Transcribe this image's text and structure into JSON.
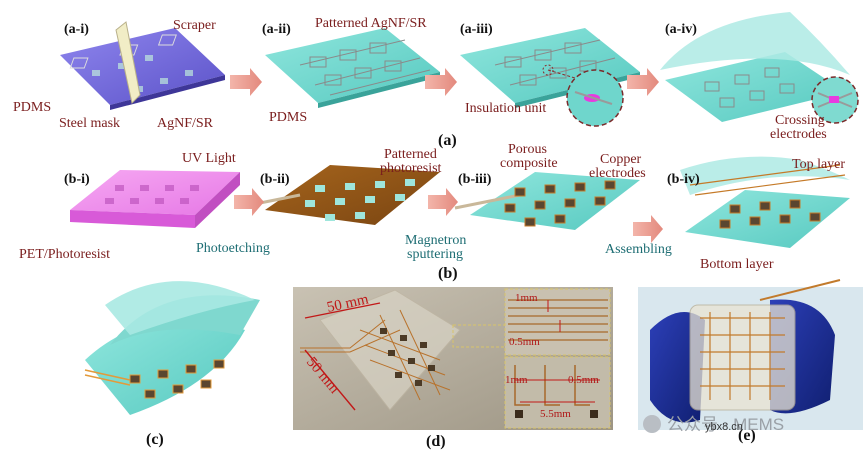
{
  "row_a": {
    "steps": [
      "(a-i)",
      "(a-ii)",
      "(a-iii)",
      "(a-iv)"
    ],
    "labels": {
      "scraper": "Scraper",
      "pdms_left": "PDMS",
      "steel_mask": "Steel mask",
      "agnf_sr": "AgNF/SR",
      "patterned_agnf": "Patterned AgNF/SR",
      "pdms_mid": "PDMS",
      "insulation": "Insulation unit",
      "crossing": "Crossing\nelectrodes",
      "crossing_l1": "Crossing",
      "crossing_l2": "electrodes"
    },
    "panel": "(a)"
  },
  "row_b": {
    "steps": [
      "(b-i)",
      "(b-ii)",
      "(b-iii)",
      "(b-iv)"
    ],
    "labels": {
      "uv": "UV Light",
      "pet": "PET/Photoresist",
      "patterned_l1": "Patterned",
      "patterned_l2": "photoresist",
      "porous_l1": "Porous",
      "porous_l2": "composite",
      "copper_l1": "Copper",
      "copper_l2": "electrodes",
      "top_layer": "Top layer",
      "bottom_layer": "Bottom layer",
      "photoetching": "Photoetching",
      "magnetron_l1": "Magnetron",
      "magnetron_l2": "sputtering",
      "assembling": "Assembling"
    },
    "panel": "(b)"
  },
  "row_c": {
    "panel_c": "(c)",
    "panel_d": "(d)",
    "panel_e": "(e)",
    "dims": {
      "w50a": "50 mm",
      "w50b": "50 mm",
      "d1mm_a": "1mm",
      "d05_a": "0.5mm",
      "d1mm_b": "1mm",
      "d05_b": "0.5mm",
      "d55": "5.5mm"
    },
    "watermark": {
      "text": "公众号 · MEMS",
      "site": "ybx8.cn"
    }
  }
}
